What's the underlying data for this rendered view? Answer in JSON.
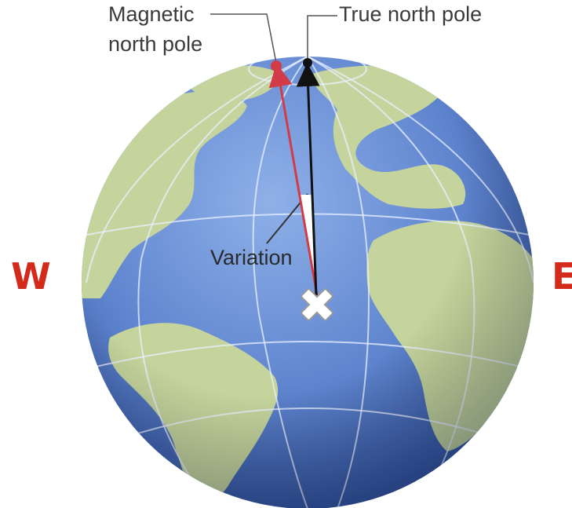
{
  "labels": {
    "magnetic_line1": "Magnetic",
    "magnetic_line2": "north pole",
    "true_north": "True north pole",
    "variation": "Variation"
  },
  "compass": {
    "west": "W",
    "east": "E",
    "color": "#d42a1c"
  },
  "colors": {
    "ocean": "#5f85cf",
    "land": "#c4d49c",
    "magnetic_arrow": "#d23c48",
    "true_arrow": "#111111"
  }
}
